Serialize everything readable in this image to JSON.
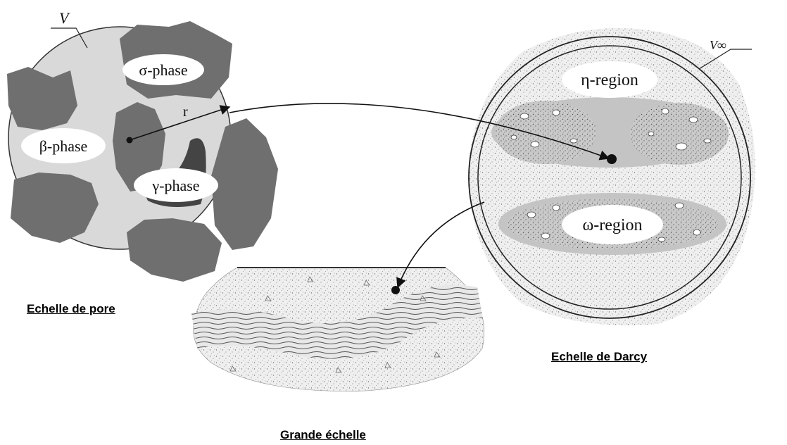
{
  "pore_scale": {
    "volume_label": "V",
    "sigma_label": "σ-phase",
    "beta_label": "β-phase",
    "gamma_label": "γ-phase",
    "radius_label": "r",
    "caption": "Echelle de pore"
  },
  "darcy_scale": {
    "volume_label": "V∞",
    "eta_label": "η-region",
    "omega_label": "ω-region",
    "caption": "Echelle de Darcy"
  },
  "large_scale": {
    "caption": "Grande échelle"
  },
  "colors": {
    "grain": "#6f6f6f",
    "pore_fluid": "#d9d9d9",
    "region": "#c4c4c4",
    "stipple_bg": "#eeeeee",
    "ink": "#111111"
  }
}
